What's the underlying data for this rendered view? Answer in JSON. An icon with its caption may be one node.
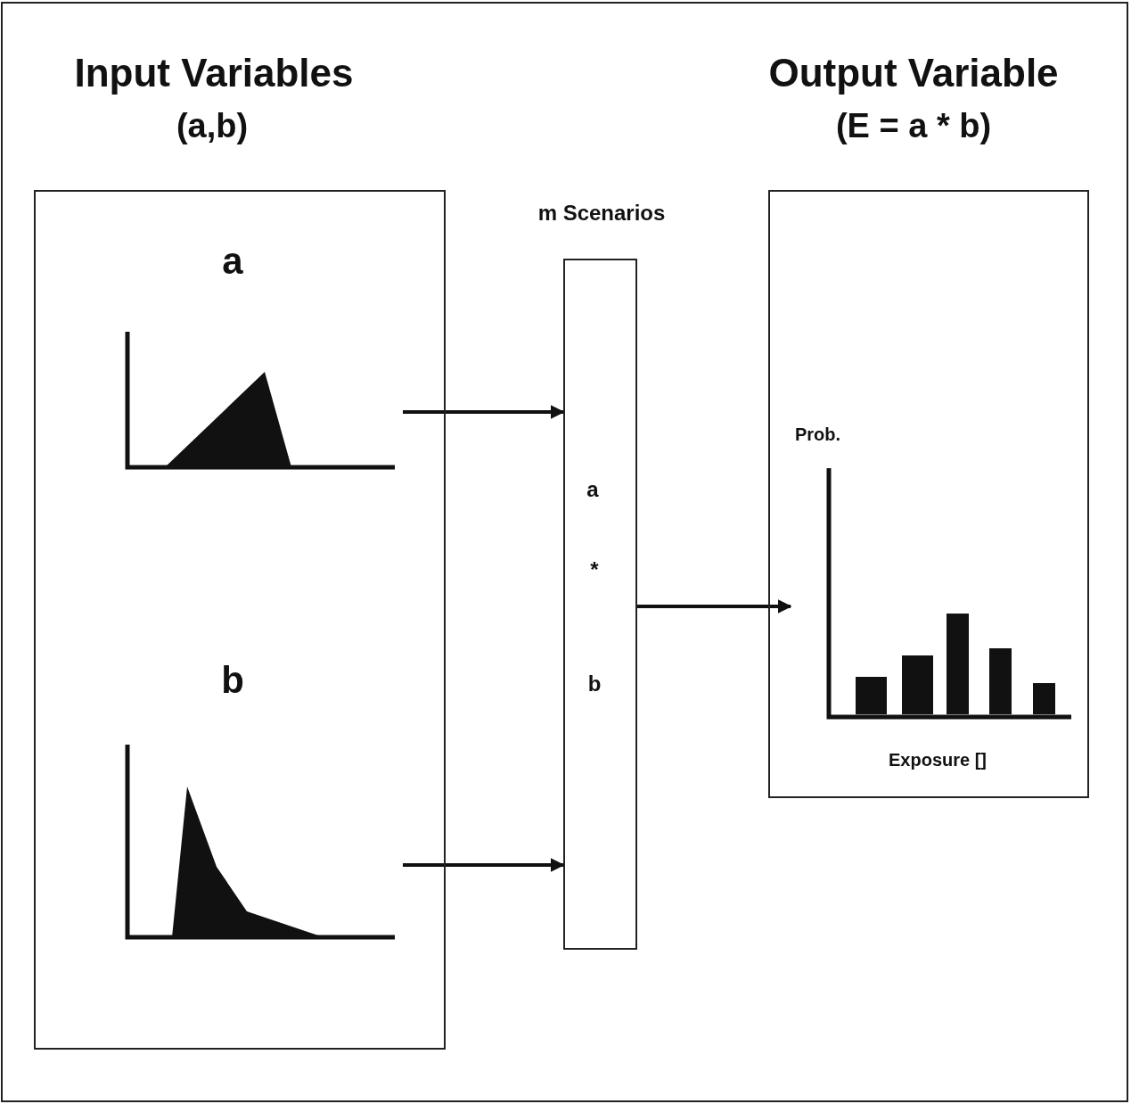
{
  "diagram": {
    "nodes": [
      {
        "text": [],
        "shape": "box"
      },
      {
        "text": [
          "a"
        ],
        "in": 0
      },
      {
        "text": [
          "b"
        ],
        "in": 0
      },
      {
        "text": [
          "m Scenarios",
          "a",
          "*",
          "b"
        ]
      },
      {
        "text": [],
        "shape": "box"
      },
      {
        "text": [
          "Prob.",
          "Exposure []"
        ],
        "in": 4
      }
    ],
    "edges": [
      {
        "from": 1,
        "to": 3,
        "arrow": "to"
      },
      {
        "from": 2,
        "to": 3,
        "arrow": "to"
      },
      {
        "from": 3,
        "to": 5,
        "arrow": "to"
      }
    ],
    "labels": [
      "Input Variables",
      "(a,b)",
      "Output Variable",
      "(E = a * b)"
    ]
  }
}
